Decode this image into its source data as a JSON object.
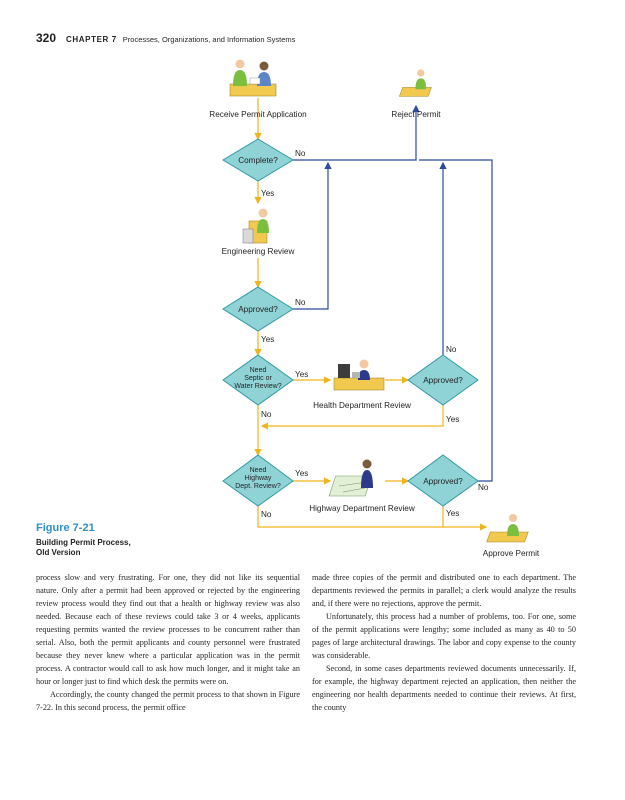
{
  "header": {
    "page_number": "320",
    "chapter_label": "CHAPTER 7",
    "chapter_title": "Processes, Organizations, and Information Systems"
  },
  "figure": {
    "number": "Figure 7-21",
    "caption_lines": [
      "Building Permit Process,",
      "Old Version"
    ]
  },
  "diagram": {
    "activities": {
      "receive": "Receive Permit Application",
      "reject": "Reject Permit",
      "engineering": "Engineering Review",
      "health": "Health Department Review",
      "highway": "Highway Department Review",
      "approve": "Approve Permit"
    },
    "decisions": {
      "complete": [
        "Complete?"
      ],
      "approved1": [
        "Approved?"
      ],
      "septic": [
        "Need",
        "Septic or",
        "Water Review?"
      ],
      "approved2": [
        "Approved?"
      ],
      "highway_need": [
        "Need",
        "Highway",
        "Dept. Review?"
      ],
      "approved3": [
        "Approved?"
      ]
    },
    "flow_labels": {
      "yes": "Yes",
      "no": "No"
    }
  },
  "body": {
    "left_paragraphs": [
      "process slow and very frustrating. For one, they did not like its sequential nature. Only after a permit had been approved or rejected by the engineering review process would they find out that a health or highway review was also needed. Because each of these reviews could take 3 or 4 weeks, applicants requesting permits wanted the review processes to be concurrent rather than serial. Also, both the permit applicants and county personnel were frustrated because they never knew where a particular application was in the permit process. A contractor would call to ask how much longer, and it might take an hour or longer just to find which desk the permits were on.",
      "Accordingly, the county changed the permit process to that shown in Figure 7-22. In this second process, the permit office"
    ],
    "right_paragraphs": [
      "made three copies of the permit and distributed one to each department. The departments reviewed the permits in parallel; a clerk would analyze the results and, if there were no rejections, approve the permit.",
      "Unfortunately, this process had a number of problems, too. For one, some of the permit applications were lengthy; some included as many as 40 to 50 pages of large architectural drawings. The labor and copy expense to the county was considerable.",
      "Second, in some cases departments reviewed documents unnecessarily. If, for example, the highway department rejected an application, then neither the engineering nor health departments needed to continue their reviews. At first, the county"
    ]
  },
  "colors": {
    "diamond_fill": "#8fd3d6",
    "diamond_stroke": "#2f9aa0",
    "flow_blue": "#2b4aa0",
    "flow_yellow": "#f2b41c",
    "figure_blue": "#2f8fc8"
  }
}
